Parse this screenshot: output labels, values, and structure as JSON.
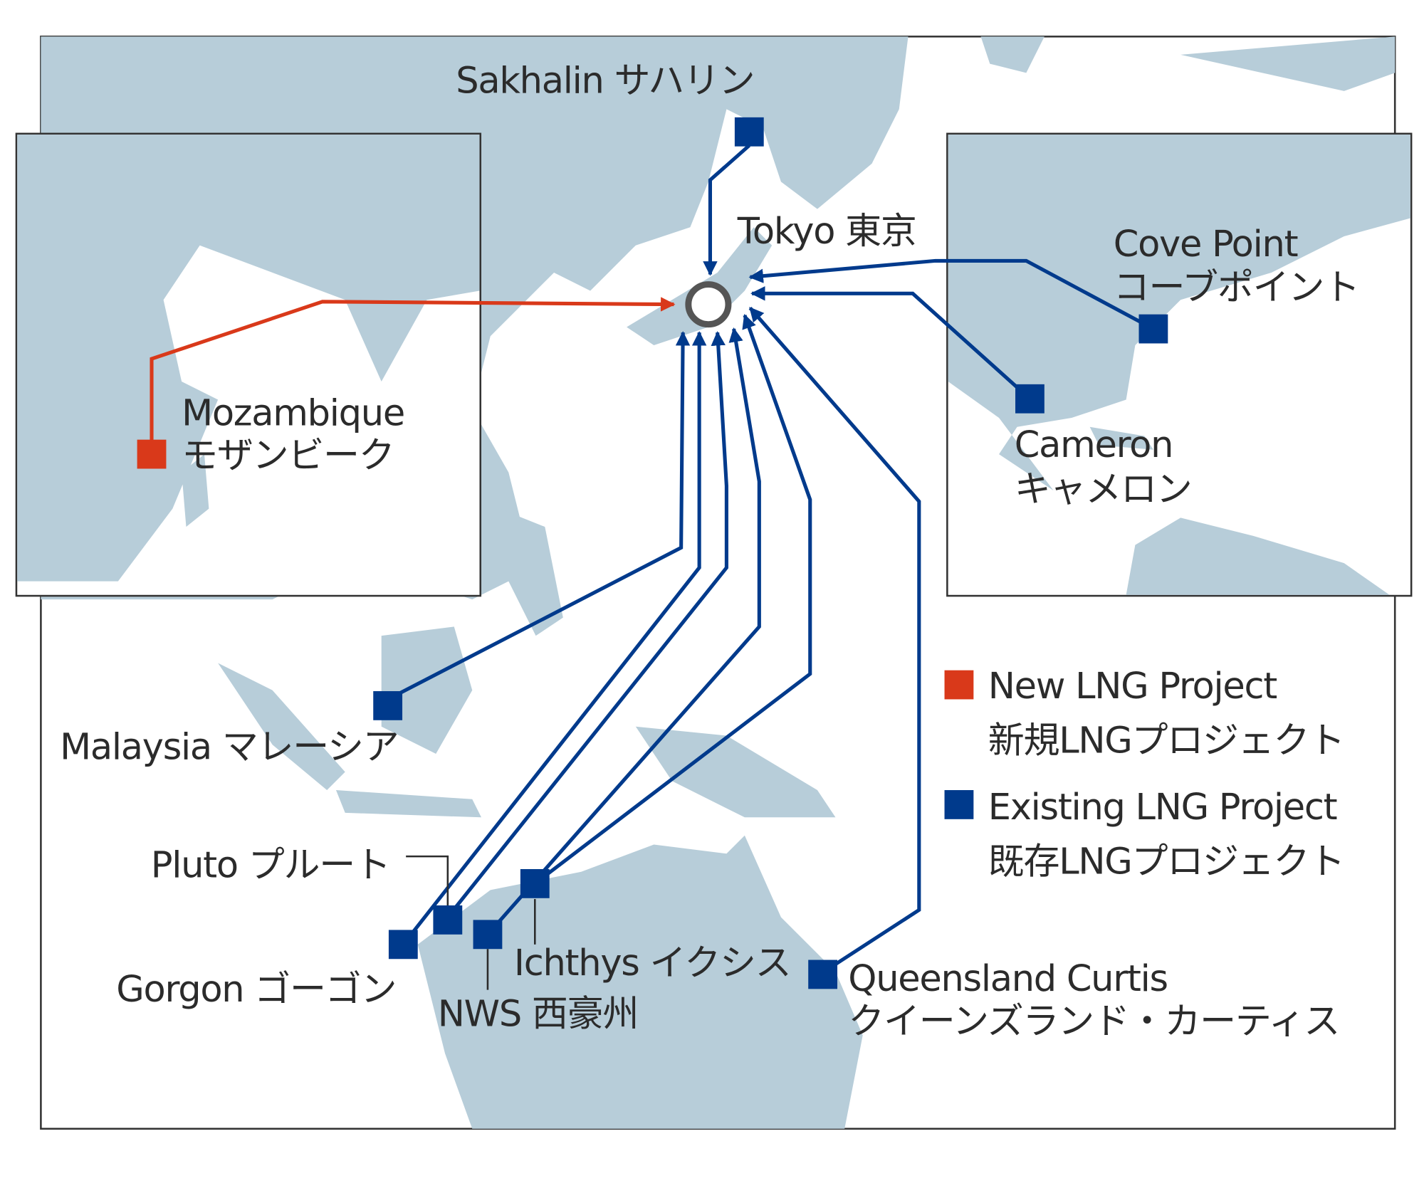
{
  "colors": {
    "new": "#d9391a",
    "existing": "#003a8c",
    "land": "#b7cdd9",
    "hub": "#555555"
  },
  "hub": {
    "name": "Tokyo 東京"
  },
  "projects": [
    {
      "id": "sakhalin",
      "name": "Sakhalin サハリン",
      "type": "existing"
    },
    {
      "id": "cove-point",
      "name": "Cove Point",
      "name_ja": "コーブポイント",
      "type": "existing"
    },
    {
      "id": "cameron",
      "name": "Cameron",
      "name_ja": "キャメロン",
      "type": "existing"
    },
    {
      "id": "mozambique",
      "name": "Mozambique",
      "name_ja": "モザンビーク",
      "type": "new"
    },
    {
      "id": "malaysia",
      "name": "Malaysia マレーシア",
      "type": "existing"
    },
    {
      "id": "pluto",
      "name": "Pluto プルート",
      "type": "existing"
    },
    {
      "id": "gorgon",
      "name": "Gorgon ゴーゴン",
      "type": "existing"
    },
    {
      "id": "nws",
      "name": "NWS 西豪州",
      "type": "existing"
    },
    {
      "id": "ichthys",
      "name": "Ichthys イクシス",
      "type": "existing"
    },
    {
      "id": "queensland-curtis",
      "name": "Queensland Curtis",
      "name_ja": "クイーンズランド・カーティス",
      "type": "existing"
    }
  ],
  "legend": [
    {
      "label": "New LNG Project",
      "label_ja": "新規LNGプロジェクト",
      "type": "new"
    },
    {
      "label": "Existing LNG Project",
      "label_ja": "既存LNGプロジェクト",
      "type": "existing"
    }
  ]
}
